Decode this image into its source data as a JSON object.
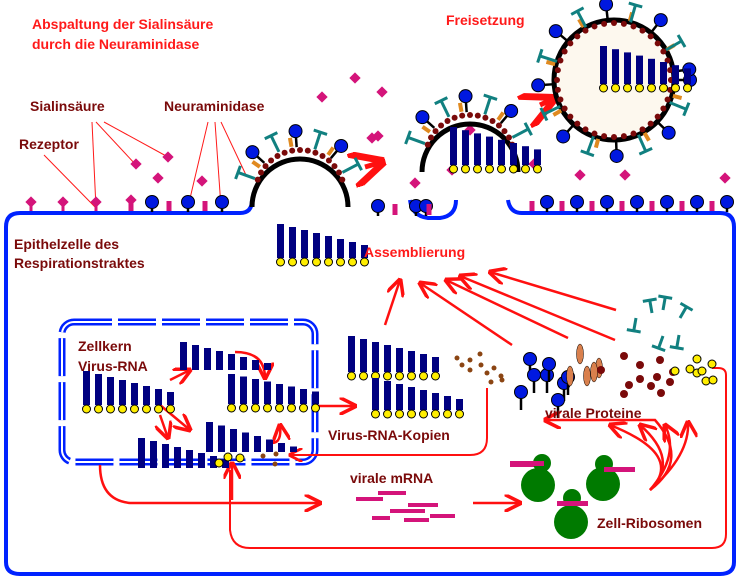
{
  "title_lines": [
    "Abspaltung der Sialinsäure",
    "durch die Neuraminidase"
  ],
  "labels": {
    "freisetzung": "Freisetzung",
    "sialinsaeure": "Sialinsäure",
    "neuraminidase": "Neuraminidase",
    "rezeptor": "Rezeptor",
    "epithelzelle": [
      "Epithelzelle des",
      "Respirationstraktes"
    ],
    "assemblierung": "Assemblierung",
    "zellkern": "Zellkern",
    "virus_rna": "Virus-RNA",
    "virus_rna_kopien": "Virus-RNA-Kopien",
    "virale_proteine": "virale Proteine",
    "virale_mrna": "virale mRNA",
    "zell_ribosomen": "Zell-Ribosomen"
  },
  "colors": {
    "title_red": "#ff1a1a",
    "label_maroon": "#7a0a0a",
    "membrane_blue": "#0022ff",
    "rna_navy": "#000080",
    "nucleoprotein_yellow": "#ffee00",
    "hemagglutinin_teal": "#118080",
    "neuraminidase_blue": "#0018e0",
    "sialic_magenta": "#d4147a",
    "matrix_maroon": "#7a0a0a",
    "m2_orange": "#e08a20",
    "ribosome_green": "#007a00",
    "arrow_red": "#ff1010"
  },
  "icons": {
    "virion": "influenza-virion",
    "rna_segments": "rna-segment-bars",
    "ribosome": "ribosome",
    "sialic_acid": "diamond",
    "neuraminidase": "lollipop",
    "hemagglutinin": "y-shaped-spike"
  }
}
